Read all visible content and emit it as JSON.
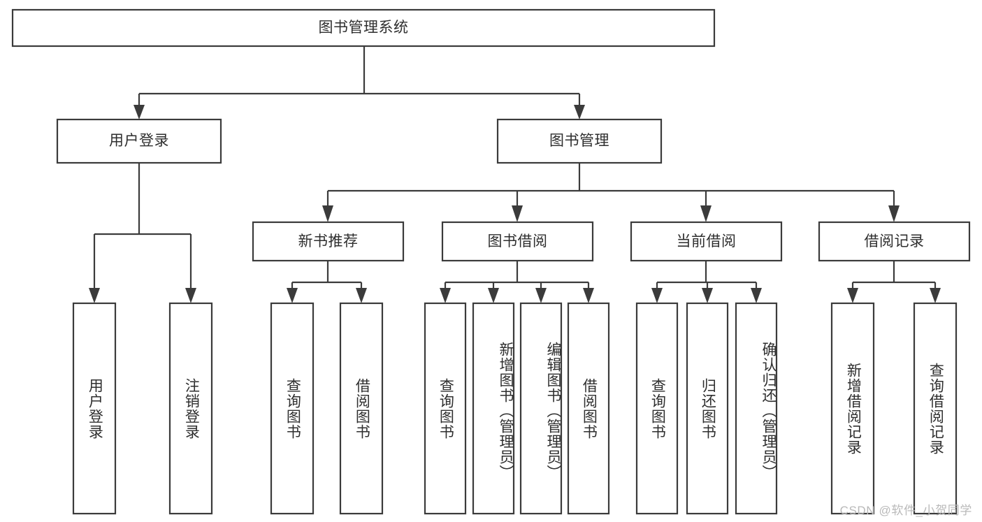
{
  "diagram": {
    "title": "图书管理系统",
    "type": "tree-hierarchy-chart",
    "watermark": "CSDN @软件_小贺同学",
    "colors": {
      "stroke": "#3b3b3b",
      "box_fill": "#ffffff",
      "text": "#2e2e2e",
      "watermark": "#b9b9b9",
      "background": "#ffffff"
    },
    "root": {
      "label": "图书管理系统"
    },
    "level2": [
      {
        "label": "用户登录"
      },
      {
        "label": "图书管理"
      }
    ],
    "level3": [
      {
        "label": "新书推荐"
      },
      {
        "label": "图书借阅"
      },
      {
        "label": "当前借阅"
      },
      {
        "label": "借阅记录"
      }
    ],
    "leaves": {
      "user_login": [
        {
          "label": "用户登录"
        },
        {
          "label": "注销登录"
        }
      ],
      "new_book_recommend": [
        {
          "label": "查询图书"
        },
        {
          "label": "借阅图书"
        }
      ],
      "book_borrow": [
        {
          "label": "查询图书"
        },
        {
          "label": "新增图书（管理员）"
        },
        {
          "label": "编辑图书（管理员）"
        },
        {
          "label": "借阅图书"
        }
      ],
      "current_borrow": [
        {
          "label": "查询图书"
        },
        {
          "label": "归还图书"
        },
        {
          "label": "确认归还（管理员）"
        }
      ],
      "borrow_record": [
        {
          "label": "新增借阅记录"
        },
        {
          "label": "查询借阅记录"
        }
      ]
    }
  }
}
